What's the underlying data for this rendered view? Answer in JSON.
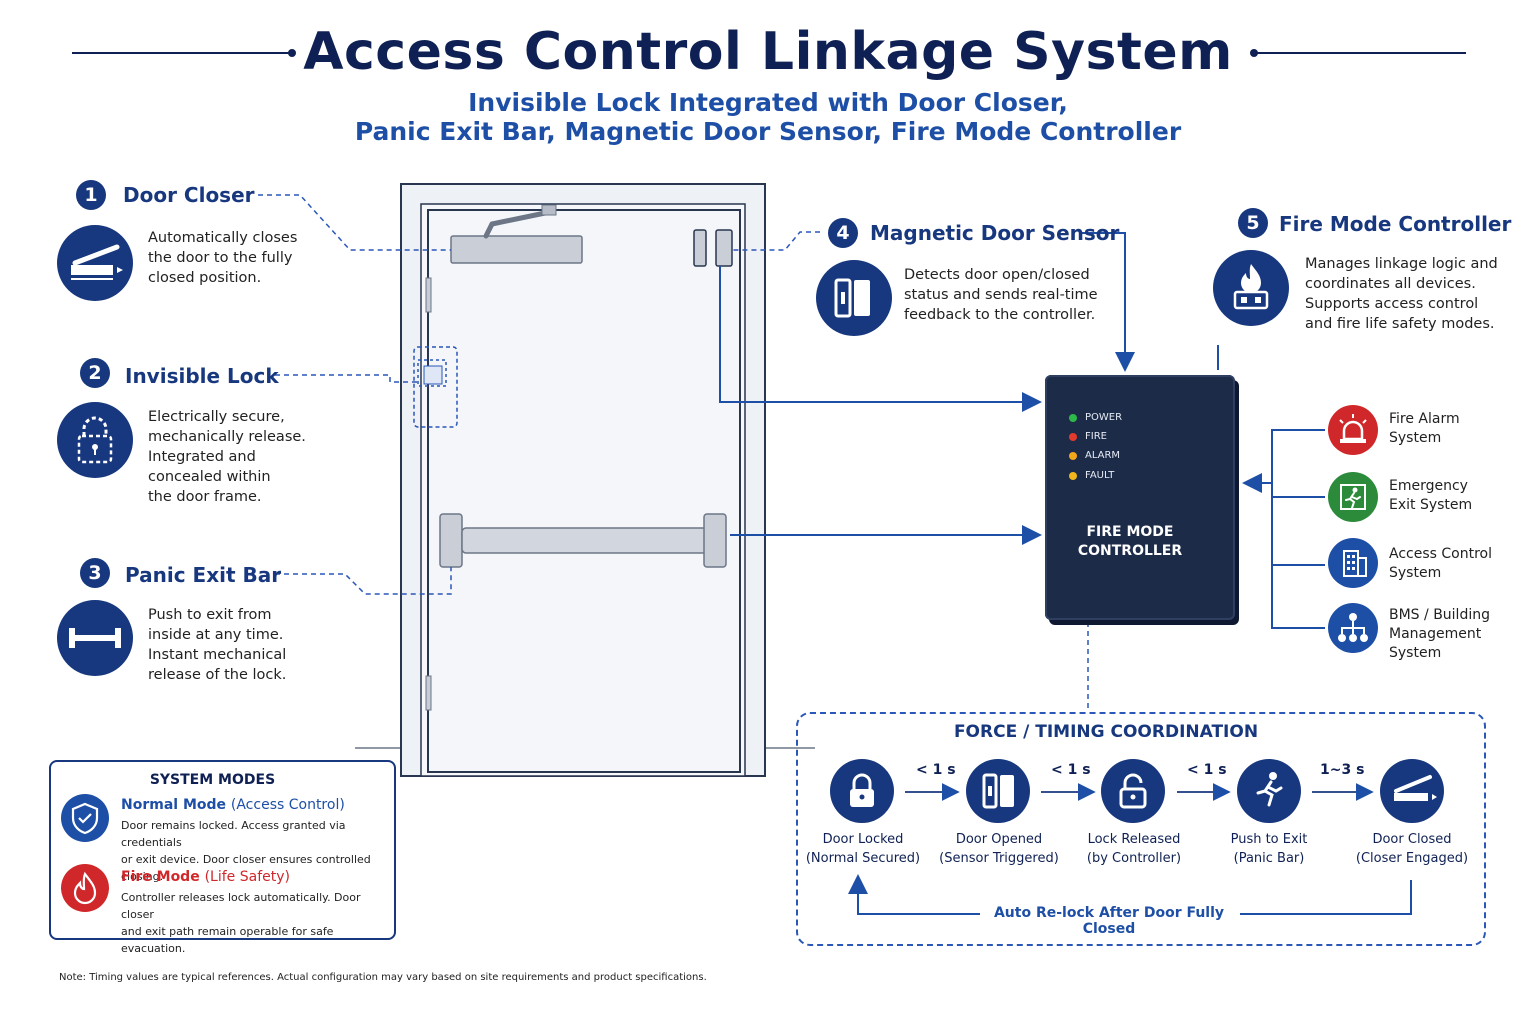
{
  "title": "Access Control Linkage System",
  "subtitle_line1": "Invisible Lock Integrated with Door Closer,",
  "subtitle_line2": "Panic Exit Bar, Magnetic Door Sensor, Fire Mode Controller",
  "components": [
    {
      "number": "1",
      "title": "Door Closer",
      "desc": [
        "Automatically closes",
        "the door to the fully",
        "closed position."
      ],
      "icon": "door-closer-icon"
    },
    {
      "number": "2",
      "title": "Invisible Lock",
      "desc": [
        "Electrically secure,",
        "mechanically release.",
        "Integrated and",
        "concealed within",
        "the door frame."
      ],
      "icon": "padlock-icon"
    },
    {
      "number": "3",
      "title": "Panic Exit Bar",
      "desc": [
        "Push to exit from",
        "inside at any time.",
        "Instant mechanical",
        "release of the lock."
      ],
      "icon": "panic-bar-icon"
    },
    {
      "number": "4",
      "title": "Magnetic Door Sensor",
      "desc": [
        "Detects door open/closed",
        "status and sends real-time",
        "feedback to the controller."
      ],
      "icon": "door-sensor-icon"
    },
    {
      "number": "5",
      "title": "Fire Mode Controller",
      "desc": [
        "Manages linkage logic and",
        "coordinates all devices.",
        "Supports access control",
        "and fire life safety modes."
      ],
      "icon": "fire-controller-icon"
    }
  ],
  "controller": {
    "leds": [
      {
        "label": "POWER",
        "color": "#2db84a"
      },
      {
        "label": "FIRE",
        "color": "#e23b2e"
      },
      {
        "label": "ALARM",
        "color": "#f2a619"
      },
      {
        "label": "FAULT",
        "color": "#f2b51c"
      }
    ],
    "title_line1": "FIRE MODE",
    "title_line2": "CONTROLLER"
  },
  "systems": [
    {
      "label": [
        "Fire Alarm",
        "System"
      ],
      "color": "#d0282a",
      "icon": "fire-alarm-icon"
    },
    {
      "label": [
        "Emergency",
        "Exit System"
      ],
      "color": "#2c8b3b",
      "icon": "emergency-exit-icon"
    },
    {
      "label": [
        "Access Control",
        "System"
      ],
      "color": "#1e4fa6",
      "icon": "building-icon"
    },
    {
      "label": [
        "BMS / Building",
        "Management",
        "System"
      ],
      "color": "#1e4fa6",
      "icon": "network-icon"
    }
  ],
  "modes": {
    "title": "SYSTEM MODES",
    "normal": {
      "name": "Normal Mode",
      "qualifier": "(Access Control)",
      "desc": [
        "Door remains locked. Access granted via credentials",
        "or exit device. Door closer ensures controlled closing."
      ],
      "color": "#1e4fa6",
      "icon": "shield-check-icon"
    },
    "fire": {
      "name": "Fire Mode",
      "qualifier": "(Life Safety)",
      "desc": [
        "Controller releases lock automatically. Door closer",
        "and exit path remain operable for safe evacuation."
      ],
      "color": "#d0282a",
      "icon": "flame-icon"
    }
  },
  "force": {
    "title": "FORCE / TIMING COORDINATION",
    "steps": [
      {
        "label": [
          "Door Locked",
          "(Normal Secured)"
        ],
        "icon": "lock-closed-icon"
      },
      {
        "label": [
          "Door Opened",
          "(Sensor Triggered)"
        ],
        "icon": "door-sensor-icon"
      },
      {
        "label": [
          "Lock Released",
          "(by Controller)"
        ],
        "icon": "lock-open-icon"
      },
      {
        "label": [
          "Push to Exit",
          "(Panic Bar)"
        ],
        "icon": "running-person-icon"
      },
      {
        "label": [
          "Door Closed",
          "(Closer Engaged)"
        ],
        "icon": "door-closer-icon"
      }
    ],
    "timings": [
      "< 1 s",
      "< 1 s",
      "< 1 s",
      "1~3 s"
    ],
    "relock": "Auto Re-lock After Door Fully Closed"
  },
  "note": "Note:  Timing values are typical references. Actual configuration may vary based on site requirements and product specifications."
}
